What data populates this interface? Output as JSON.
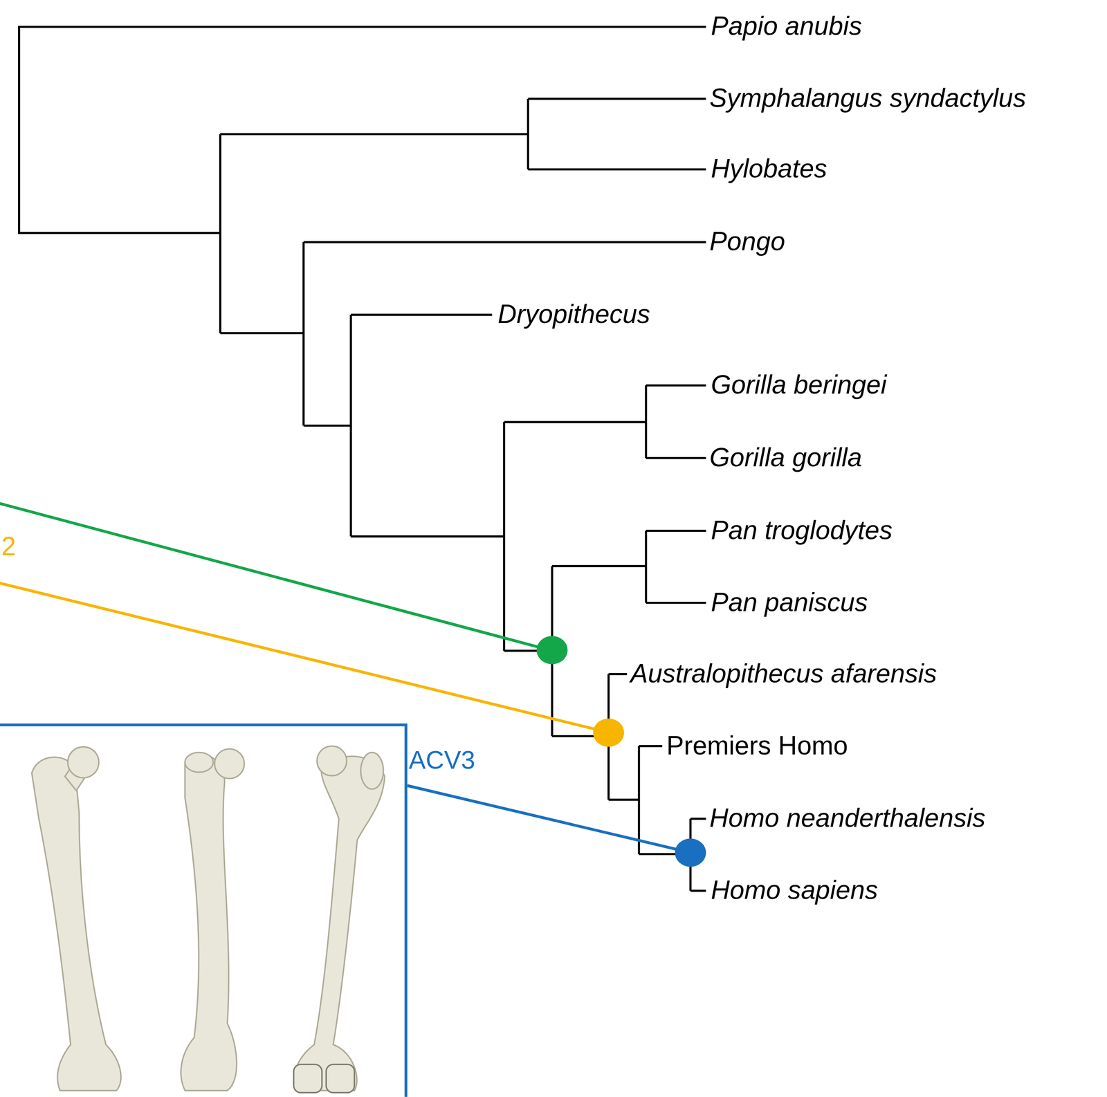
{
  "diagram": {
    "nodes": [
      {
        "text": [
          "ACV3"
        ]
      }
    ],
    "labels": [
      "Papio anubis",
      "Symphalangus syndactylus",
      "Hylobates",
      "Pongo",
      "Dryopithecus",
      "Gorilla beringei",
      "Gorilla gorilla",
      "Pan troglodytes",
      "Pan paniscus",
      "Australopithecus afarensis",
      "Premiers Homo",
      "Homo neanderthalensis",
      "Homo sapiens",
      "2"
    ]
  }
}
